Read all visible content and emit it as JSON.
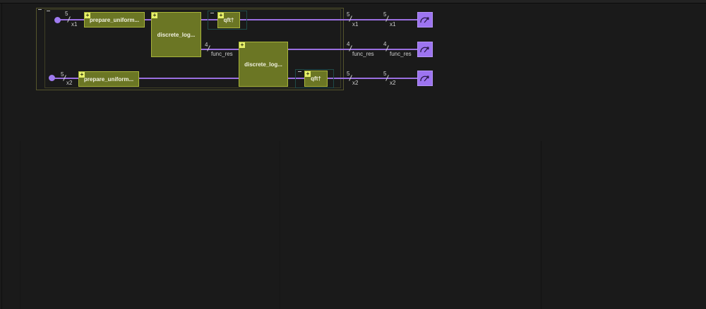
{
  "circuit": {
    "inputs": [
      {
        "name": "x1",
        "size": "5"
      },
      {
        "name": "x2",
        "size": "5"
      }
    ],
    "gates": {
      "prepare_1": "prepare_uniform...",
      "prepare_2": "prepare_uniform...",
      "discrete_log_1": "discrete_log...",
      "discrete_log_2": "discrete_log...",
      "qft_1": "qft†",
      "qft_2": "qft†"
    },
    "func_res": {
      "name": "func_res",
      "size": "4"
    },
    "outputs": [
      {
        "name": "x1",
        "size": "5"
      },
      {
        "name": "func_res",
        "size": "4"
      },
      {
        "name": "x2",
        "size": "5"
      }
    ],
    "expand_glyph": "+",
    "measure_icon": "meter-icon"
  },
  "colors": {
    "background": "#1a1a1a",
    "wire": "#9a6fe0",
    "gate_fill": "#6b7624",
    "gate_border": "#a8b43a",
    "measure_fill": "#9d74f0"
  }
}
